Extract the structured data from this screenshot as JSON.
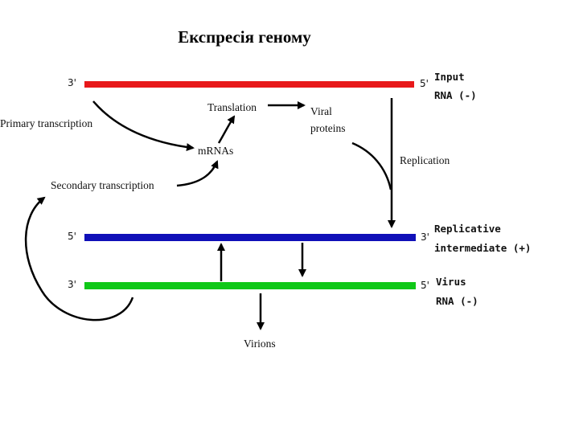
{
  "title": "Експресія геному",
  "colors": {
    "input": "#e8181a",
    "replicative": "#1010b8",
    "virus": "#10c818",
    "arrow": "#000000"
  },
  "strands": {
    "input": {
      "left_end": "3'",
      "right_end": "5'",
      "label_line1": "Input",
      "label_line2": "RNA (-)"
    },
    "replicative": {
      "left_end": "5'",
      "right_end": "3'",
      "label_line1": "Replicative",
      "label_line2": "intermediate (+)"
    },
    "virus": {
      "left_end": "3'",
      "right_end": "5'",
      "label_line1": "Virus",
      "label_line2": "RNA (-)"
    }
  },
  "labels": {
    "translation": "Translation",
    "viral_line1": "Viral",
    "viral_line2": "proteins",
    "primary": "Primary transcription",
    "mrnas": "mRNAs",
    "replication": "Replication",
    "secondary": "Secondary transcription",
    "virions": "Virions"
  }
}
